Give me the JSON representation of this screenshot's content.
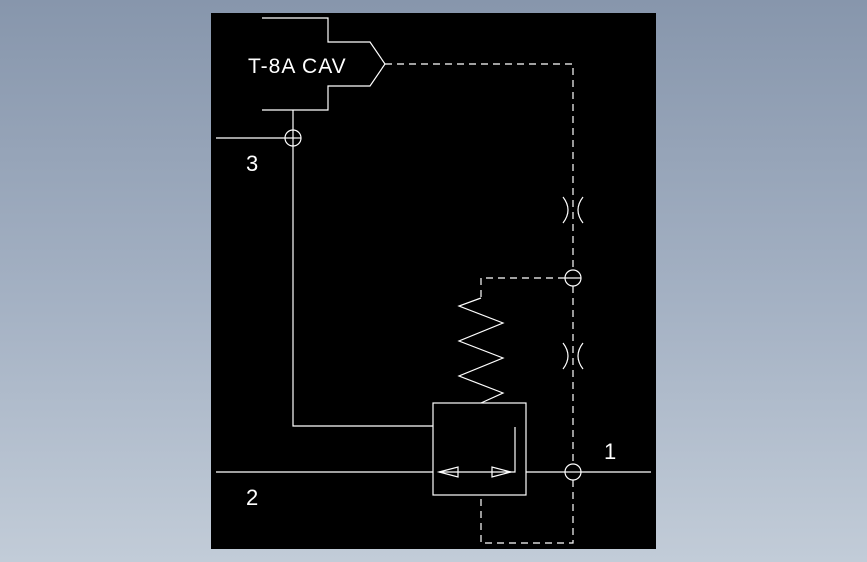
{
  "diagram": {
    "cartridge_label": "T-8A CAV",
    "ports": {
      "port_1": "1",
      "port_2": "2",
      "port_3": "3"
    },
    "colors": {
      "background": "#8f9db1",
      "drawing_area": "#000000",
      "lines": "#ffffff"
    }
  }
}
